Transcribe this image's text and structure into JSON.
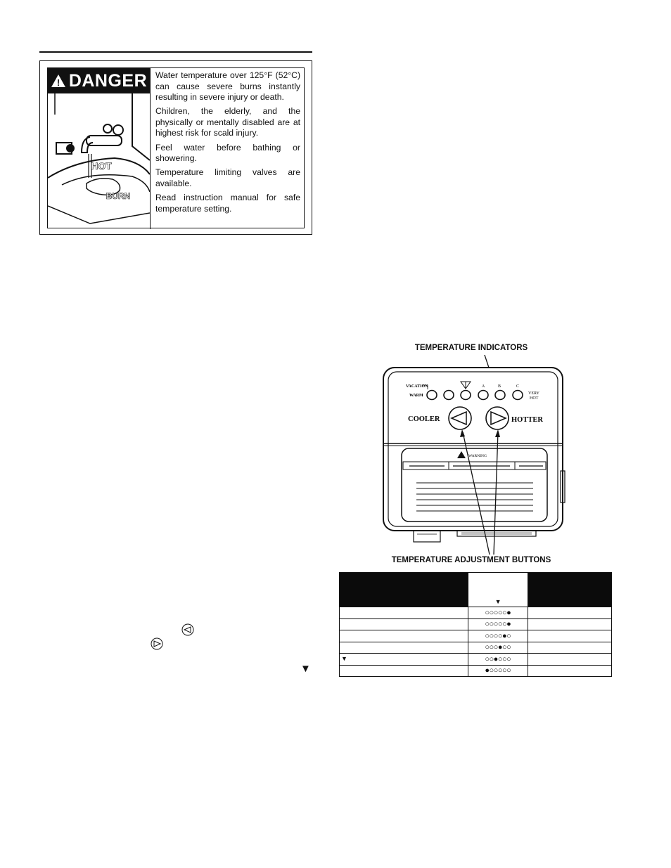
{
  "danger_label": {
    "heading": "DANGER",
    "warning_symbol": "!",
    "illustration": {
      "hot_text": "HOT",
      "burn_text": "BURN"
    },
    "paragraphs": [
      "Water temperature over 125°F (52°C) can cause severe burns instantly resulting in severe injury or death.",
      "Children, the elderly, and the physically or mentally disabled are at highest risk for scald injury.",
      "Feel water before bathing or showering.",
      "Temperature limiting valves are available.",
      "Read instruction manual for safe temperature setting."
    ]
  },
  "diagram": {
    "indicators_caption": "TEMPERATURE INDICATORS",
    "buttons_caption": "TEMPERATURE ADJUSTMENT BUTTONS",
    "panel": {
      "vacation": "VACATION",
      "warm": "WARM",
      "marks": [
        "A",
        "B",
        "C"
      ],
      "very": "VERY",
      "hot": "HOT",
      "cooler": "COOLER",
      "hotter": "HOTTER",
      "warning": "WARNING"
    }
  },
  "table": {
    "header_marker": "▼",
    "rows": [
      {
        "marker": "",
        "dots": "○○○○○●"
      },
      {
        "marker": "",
        "dots": "○○○○○●"
      },
      {
        "marker": "",
        "dots": "○○○○●○"
      },
      {
        "marker": "",
        "dots": "○○○●○○"
      },
      {
        "marker": "▼",
        "dots": "○○●○○○"
      },
      {
        "marker": "",
        "dots": "●○○○○○"
      }
    ]
  },
  "inline_marker": "▼"
}
